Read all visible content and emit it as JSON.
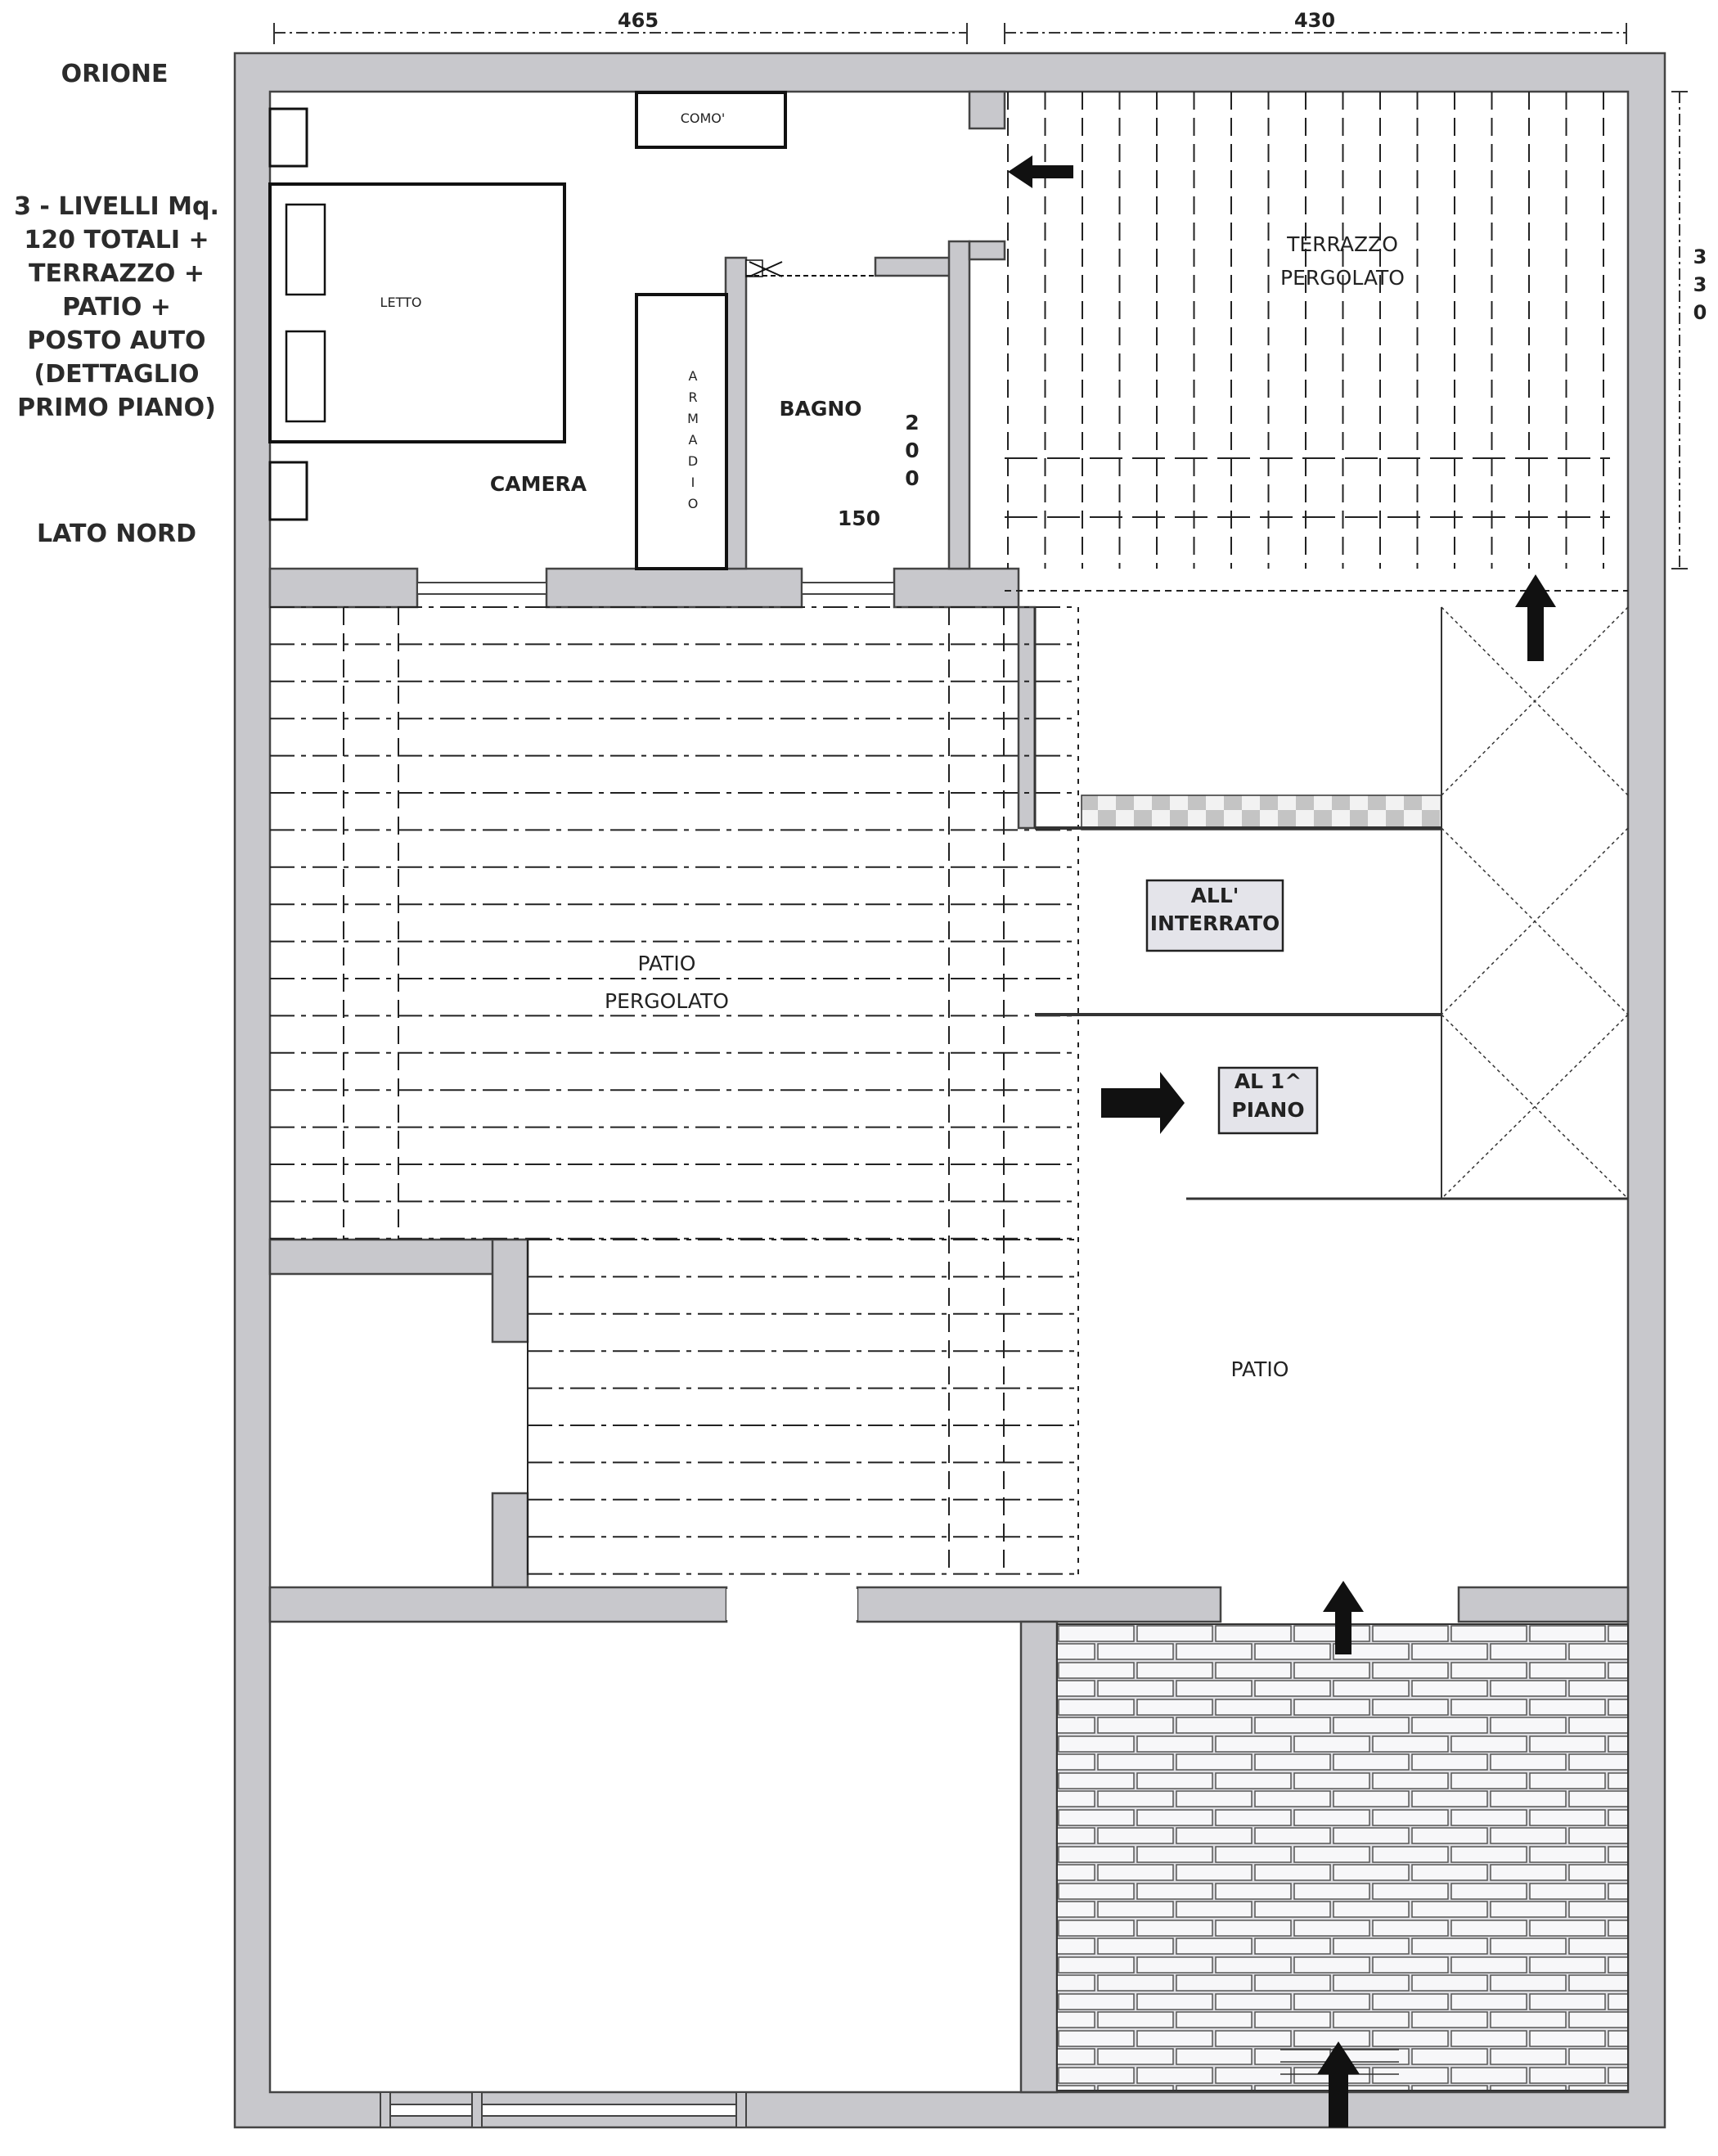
{
  "header": {
    "project_name": "ORIONE",
    "description": "3 - LIVELLI Mq.\n120 TOTALI +\nTERRAZZO +\nPATIO +\nPOSTO AUTO\n(DETTAGLIO\nPRIMO PIANO)",
    "orientation": "LATO NORD"
  },
  "dimensions": {
    "top_left": "465",
    "top_right": "430",
    "right_side": [
      "3",
      "3",
      "0"
    ],
    "bathroom_h": [
      "2",
      "0",
      "0"
    ],
    "bathroom_w": "150"
  },
  "rooms": {
    "como": "COMO'",
    "letto": "LETTO",
    "camera": "CAMERA",
    "armadio": [
      "A",
      "R",
      "M",
      "A",
      "D",
      "I",
      "O"
    ],
    "bagno": "BAGNO",
    "terrazzo_line1": "TERRAZZO",
    "terrazzo_line2": "PERGOLATO",
    "patio_perg_line1": "PATIO",
    "patio_perg_line2": "PERGOLATO",
    "patio": "PATIO",
    "interrato_line1": "ALL'",
    "interrato_line2": "INTERRATO",
    "primo_line1": "AL 1^",
    "primo_line2": "PIANO"
  },
  "colors": {
    "wall": "#c8c8cc",
    "wall_stroke": "#444444",
    "ink": "#1c1c1c",
    "label_box": "#e4e4ea"
  }
}
